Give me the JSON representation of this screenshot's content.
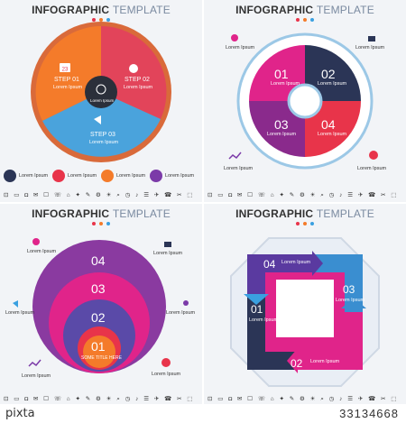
{
  "title_a": "INFOGRAPHIC",
  "title_b": "TEMPLATE",
  "lorem": "Lorem Ipsum",
  "icon_row": "⊡ ▭ ◘ ✉ ☐ ☏ ⌂ ✦ ✎ ⚙ ☀ ⌕ ◷ ♪ ☰ ✈ ☎ ✂ ⬚",
  "panel1": {
    "steps": [
      "STEP 01",
      "STEP 02",
      "STEP 03"
    ],
    "calendar_day": "23",
    "legend": [
      "Lorem Ipsum",
      "Lorem Ipsum",
      "Lorem Ipsum",
      "Lorem Ipsum"
    ]
  },
  "panel2": {
    "numbers": [
      "01",
      "02",
      "03",
      "04"
    ]
  },
  "panel3": {
    "numbers": [
      "04",
      "03",
      "02",
      "01"
    ],
    "some_title": "SOME TITLE HERE"
  },
  "panel4": {
    "numbers": [
      "04",
      "03",
      "01",
      "02"
    ]
  },
  "footer": {
    "logo": "pixta",
    "image_id": "33134668"
  },
  "colors": {
    "red": "#e8344a",
    "orange": "#f47b2a",
    "blue": "#3aa0e0",
    "navy": "#2b3556",
    "magenta": "#e0248a",
    "purple": "#7b3aa8"
  }
}
